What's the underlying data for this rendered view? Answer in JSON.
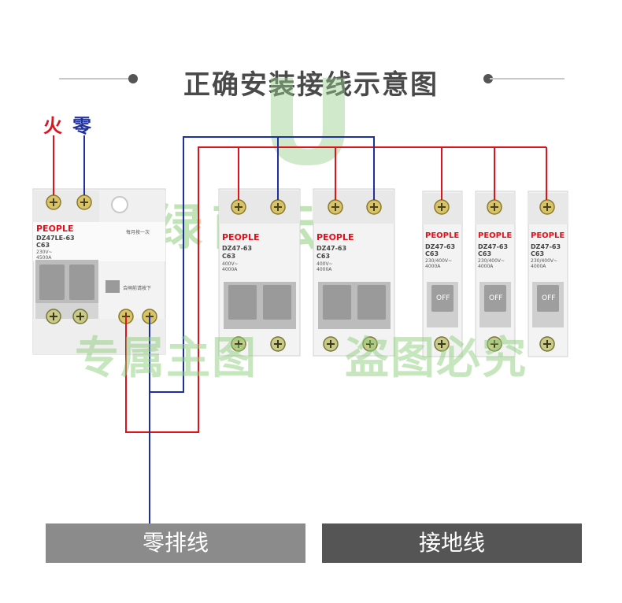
{
  "title": "正确安装接线示意图",
  "labels": {
    "fire": "火",
    "zero": "零"
  },
  "watermark": {
    "line1": "绿茵云森",
    "line2": "专属主图",
    "line3": "盗图必究"
  },
  "breakers": {
    "main": {
      "brand": "PEOPLE",
      "model": "DZ47LE-63",
      "rating": "C63",
      "note_test": "每月按一次",
      "note_reset": "合闸前请按下",
      "voltage": "230V~",
      "capacity": "4500A"
    },
    "twoPole": {
      "brand": "PEOPLE",
      "model": "DZ47-63",
      "rating": "C63",
      "voltage": "400V~",
      "capacity": "4000A"
    },
    "onePole": {
      "brand": "PEOPLE",
      "model": "DZ47-63",
      "rating": "C63",
      "voltage": "230/400V~",
      "capacity": "4000A",
      "off": "OFF"
    }
  },
  "buses": {
    "zero": "零排线",
    "ground": "接地线"
  },
  "colors": {
    "live": "#e0121b",
    "neutral": "#1e2f9e"
  }
}
